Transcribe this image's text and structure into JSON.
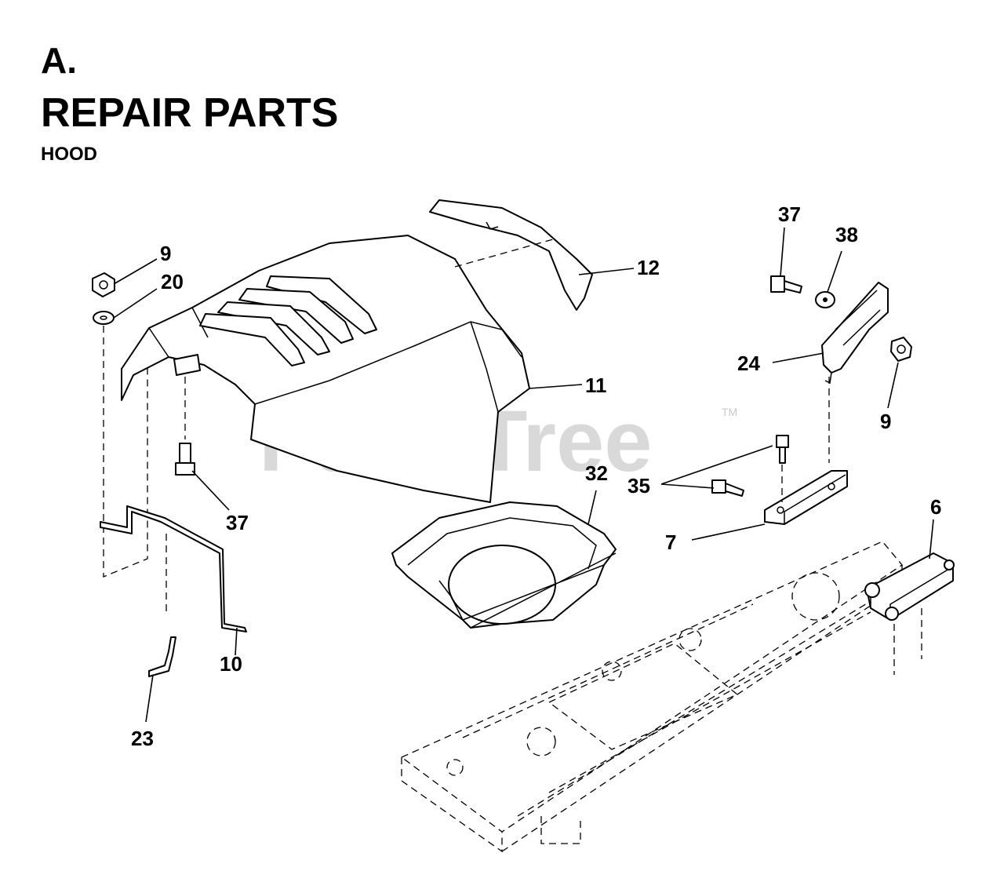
{
  "header": {
    "section": "A.",
    "title": "REPAIR PARTS",
    "subtitle": "HOOD"
  },
  "watermark": {
    "text": "PartsTree",
    "trademark": "TM"
  },
  "callouts": [
    {
      "id": "c-9a",
      "label": "9"
    },
    {
      "id": "c-20",
      "label": "20"
    },
    {
      "id": "c-12",
      "label": "12"
    },
    {
      "id": "c-11",
      "label": "11"
    },
    {
      "id": "c-37a",
      "label": "37"
    },
    {
      "id": "c-37b",
      "label": "37"
    },
    {
      "id": "c-38",
      "label": "38"
    },
    {
      "id": "c-24",
      "label": "24"
    },
    {
      "id": "c-9b",
      "label": "9"
    },
    {
      "id": "c-32",
      "label": "32"
    },
    {
      "id": "c-35",
      "label": "35"
    },
    {
      "id": "c-7",
      "label": "7"
    },
    {
      "id": "c-6",
      "label": "6"
    },
    {
      "id": "c-10",
      "label": "10"
    },
    {
      "id": "c-23",
      "label": "23"
    }
  ],
  "colors": {
    "line": "#000000",
    "background": "#ffffff",
    "watermark": "#d9d9d9"
  }
}
